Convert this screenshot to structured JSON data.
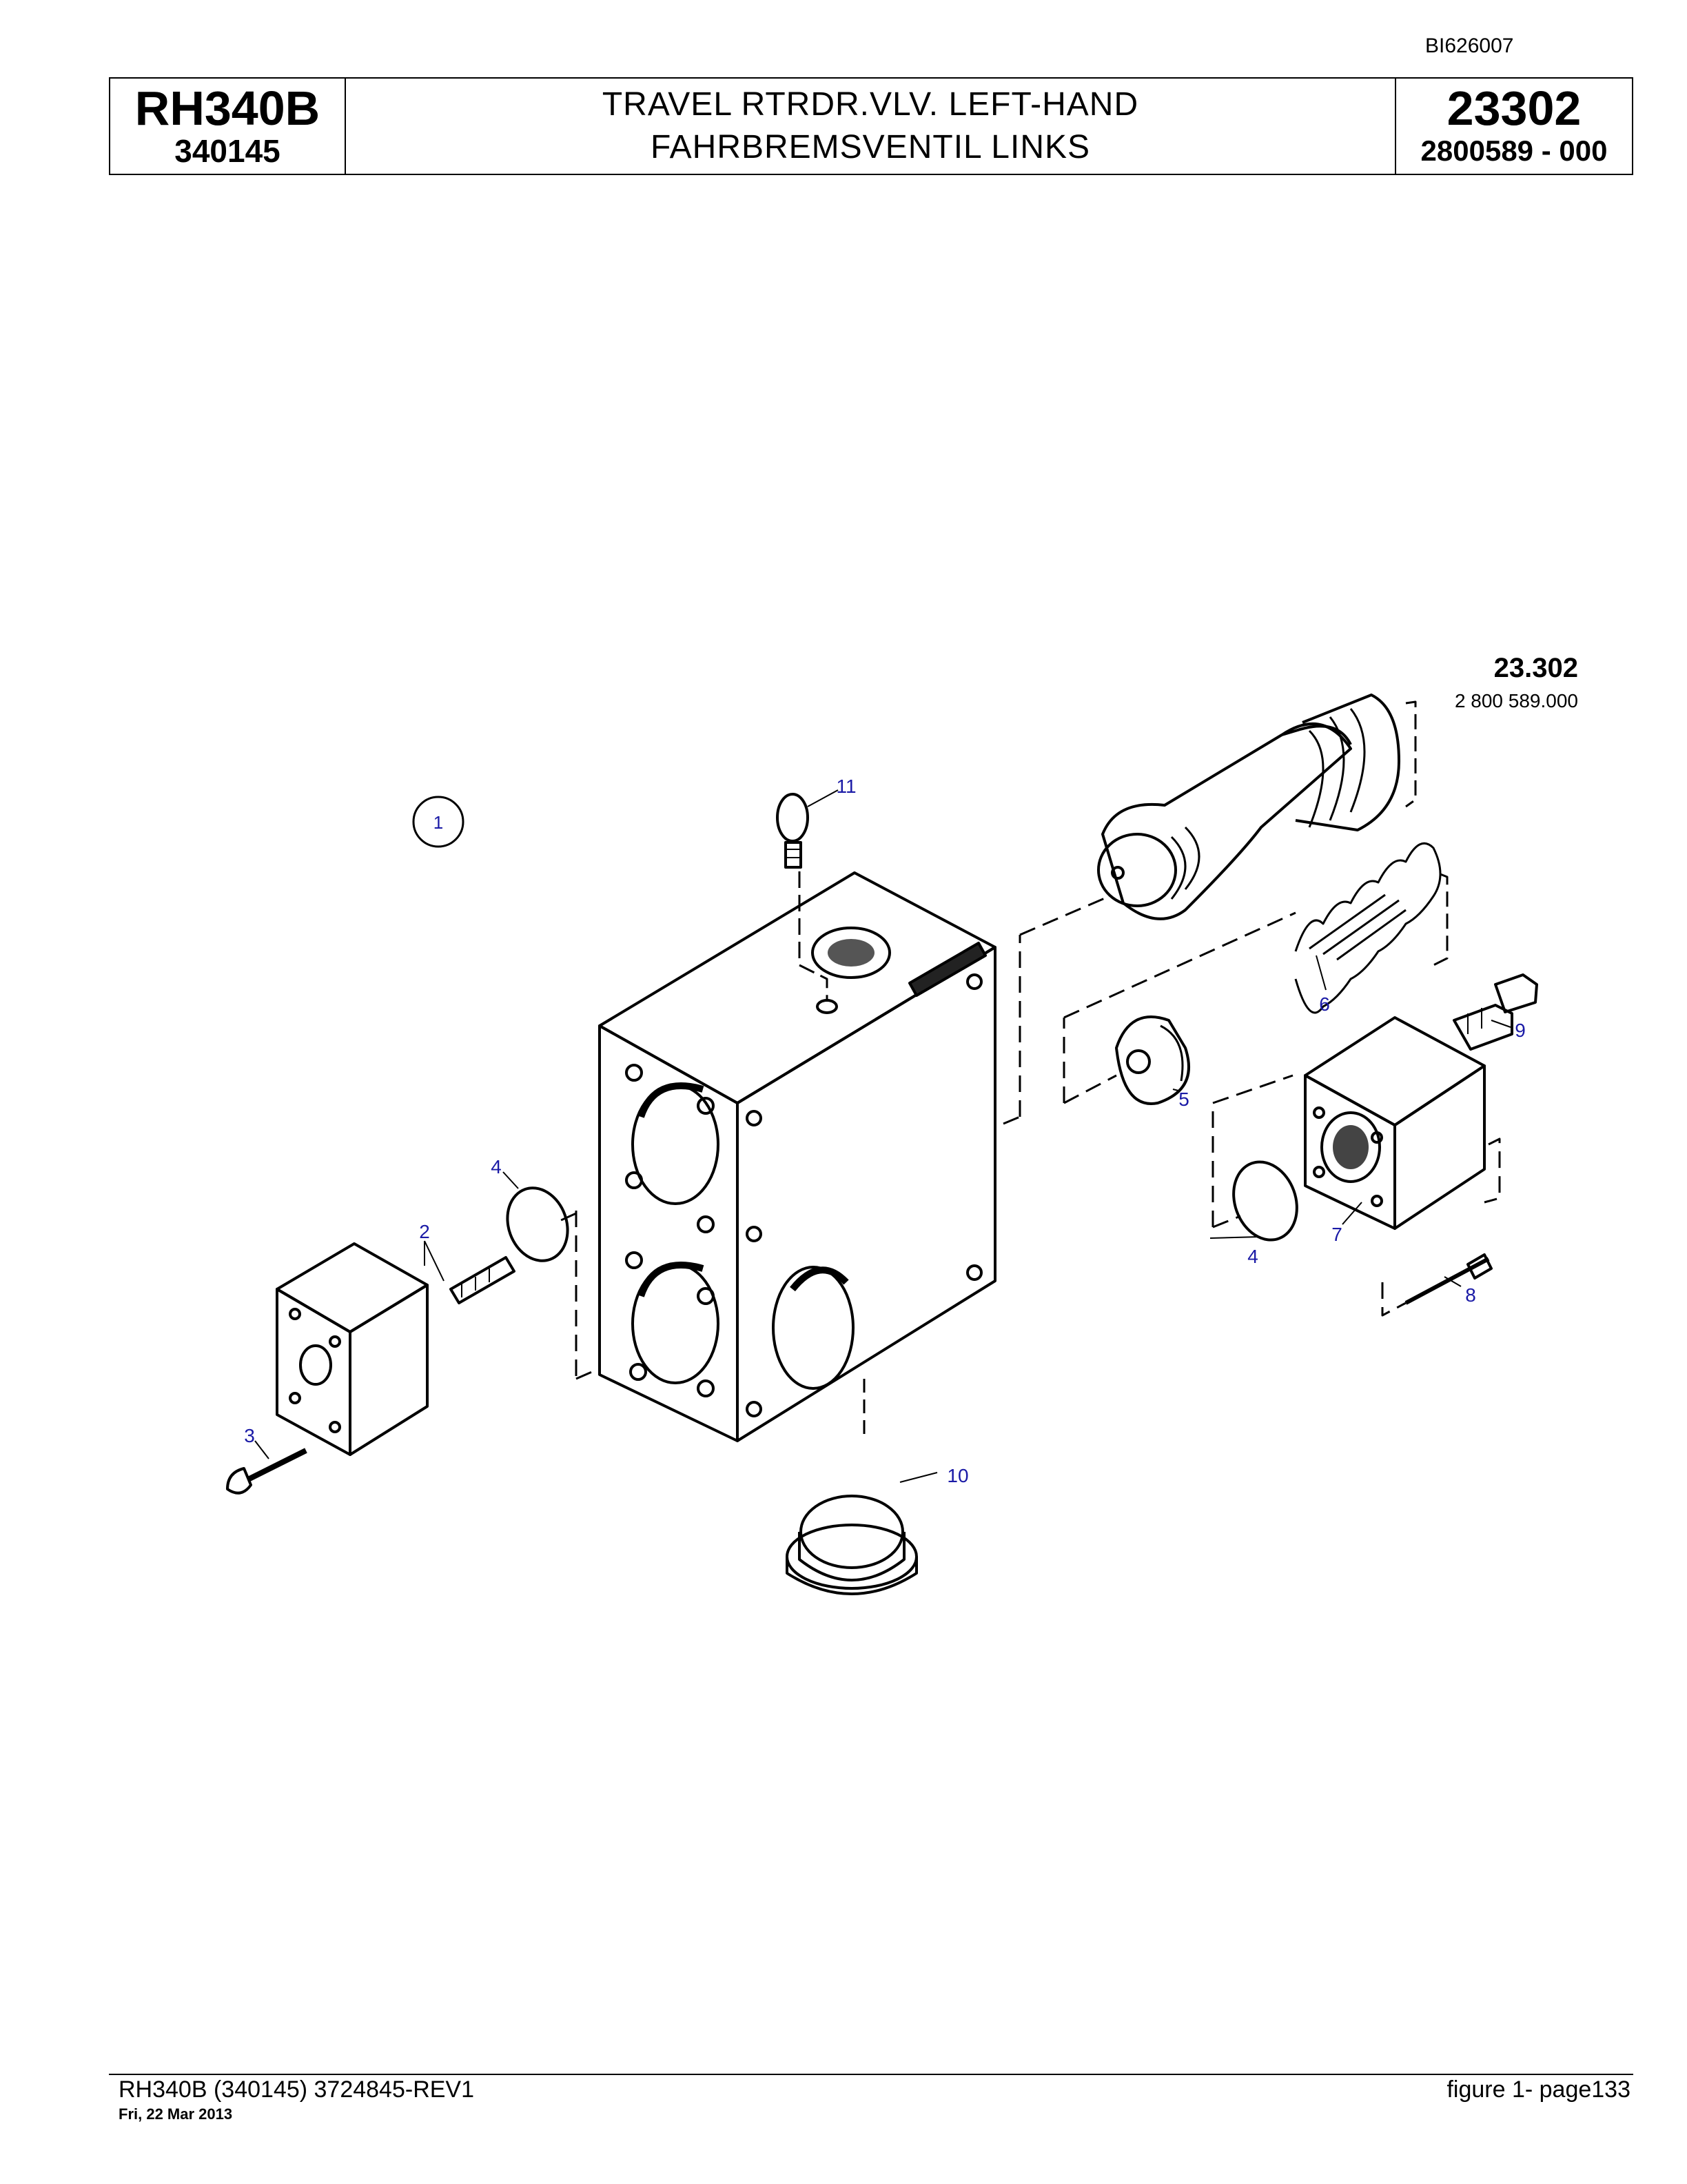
{
  "header": {
    "doc_id": "BI626007",
    "model": "RH340B",
    "serial": "340145",
    "title_en": "TRAVEL  RTRDR.VLV.  LEFT-HAND",
    "title_de": "FAHRBREMSVENTIL LINKS",
    "group_no": "23302",
    "part_no": "2800589  - 000"
  },
  "diagram": {
    "group_label": "23.302",
    "group_part": "2 800 589.000",
    "assembly_callout": "1",
    "callouts": [
      "11",
      "6",
      "9",
      "5",
      "4",
      "7",
      "4",
      "8",
      "2",
      "3",
      "10"
    ]
  },
  "footer": {
    "left": "RH340B (340145) 3724845-REV1",
    "date": "Fri, 22 Mar 2013",
    "right": "figure  1- page133"
  },
  "colors": {
    "callout": "#1a1aa6",
    "ink": "#000000"
  }
}
